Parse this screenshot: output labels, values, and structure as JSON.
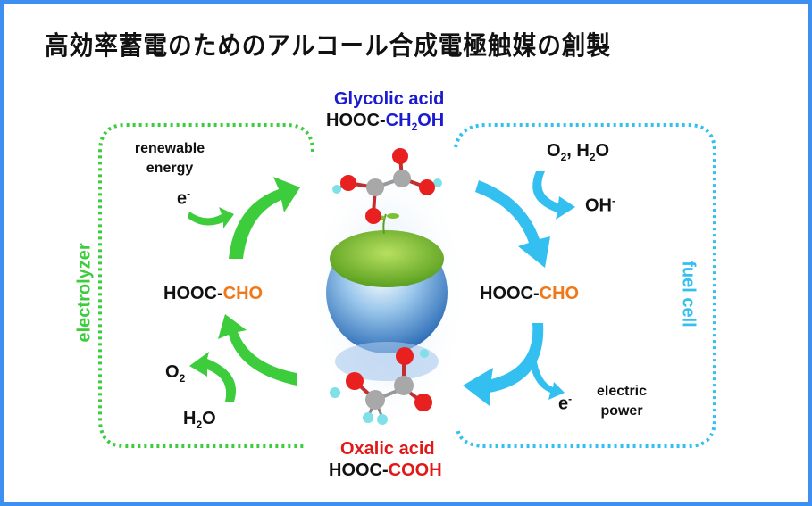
{
  "title": "高効率蓄電のためのアルコール合成電極触媒の創製",
  "top_molecule": {
    "name": "Glycolic acid",
    "formula_prefix": "HOOC-",
    "formula_main": "CH",
    "formula_sub": "2",
    "formula_end": "OH"
  },
  "bottom_molecule": {
    "name": "Oxalic acid",
    "formula_prefix": "HOOC-",
    "formula_main": "COOH"
  },
  "electrolyzer": {
    "label": "electrolyzer",
    "energy_label": "renewable energy",
    "electron": "e",
    "electron_sup": "-",
    "intermediate_prefix": "HOOC-",
    "intermediate_main": "CHO",
    "o2": "O",
    "o2_sub": "2",
    "h2o_h": "H",
    "h2o_sub": "2",
    "h2o_o": "O"
  },
  "fuel_cell": {
    "label": "fuel cell",
    "reactants": "O",
    "reactants_sub": "2",
    "reactants_rest": ", H",
    "reactants_sub2": "2",
    "reactants_end": "O",
    "oh": "OH",
    "oh_sup": "-",
    "intermediate_prefix": "HOOC-",
    "intermediate_main": "CHO",
    "electron": "e",
    "electron_sup": "-",
    "power_label": "electric power"
  },
  "colors": {
    "green": "#3ccc3c",
    "cyan": "#33c0f0",
    "orange": "#f07818",
    "blue": "#1a1ad0",
    "red": "#e01818",
    "border": "#3d8ff0"
  }
}
